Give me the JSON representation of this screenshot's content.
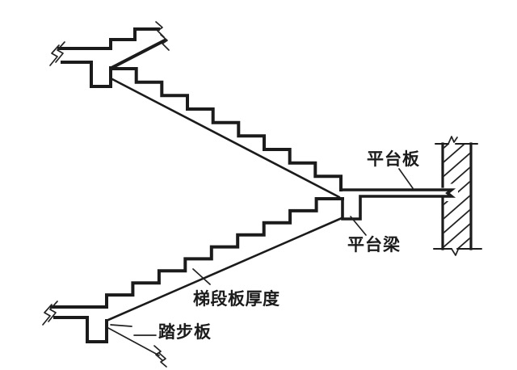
{
  "diagram": {
    "labels": {
      "platform_slab": "平台板",
      "platform_beam": "平台梁",
      "flight_slab_thickness": "梯段板厚度",
      "tread_slab": "踏步板"
    },
    "colors": {
      "ink": "#1b1b1b",
      "paper": "#ffffff"
    }
  }
}
